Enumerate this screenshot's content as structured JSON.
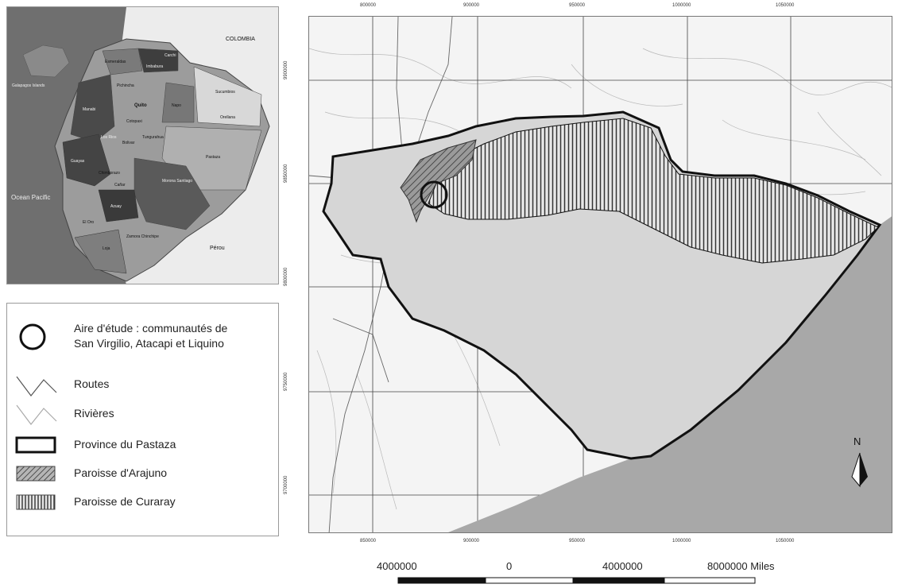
{
  "inset_map": {
    "neighbors": [
      "COLOMBIA",
      "Pérou"
    ],
    "ocean": "Ocean Pacific",
    "islands": "Galapagos Islands",
    "capital": "Quito",
    "provinces": [
      "Esmeraldas",
      "Carchi",
      "Imbabura",
      "Pichincha",
      "Manabi",
      "Napo",
      "Sucumbios",
      "Orellana",
      "Cotopaxi",
      "Tungurahua",
      "Los Rios",
      "Bolivar",
      "Guayas",
      "Chimborazo",
      "Pastaza",
      "Cañar",
      "Morona Santiago",
      "Azuay",
      "El Oro",
      "Loja",
      "Zamora Chinchipe"
    ]
  },
  "legend": {
    "items": [
      {
        "label_line1": "Aire d'étude : communautés de",
        "label_line2": "San Virgilio, Atacapi et Liquino",
        "symbol": "circle-outline"
      },
      {
        "label_line1": "Routes",
        "label_line2": "",
        "symbol": "line-dark"
      },
      {
        "label_line1": "Rivières",
        "label_line2": "",
        "symbol": "line-light"
      },
      {
        "label_line1": "Province du Pastaza",
        "label_line2": "",
        "symbol": "rect-outline"
      },
      {
        "label_line1": "Paroisse d'Arajuno",
        "label_line2": "",
        "symbol": "diagonal-hatch"
      },
      {
        "label_line1": "Paroisse de Curaray",
        "label_line2": "",
        "symbol": "vertical-hatch"
      }
    ]
  },
  "main_map": {
    "top_ticks": [
      "800000",
      "900000",
      "950000",
      "1000000",
      "1050000"
    ],
    "bottom_ticks": [
      "850000",
      "900000",
      "950000",
      "1000000",
      "1050000"
    ],
    "left_ticks": [
      "9900000",
      "9850000",
      "9800000",
      "9750000",
      "9700000"
    ],
    "north_label": "N"
  },
  "scale_bar": {
    "labels": [
      "4000000",
      "0",
      "4000000",
      "8000000 Miles"
    ]
  },
  "colors": {
    "background": "#f4f4f4",
    "outside_land": "#a8a8a8",
    "pastaza_fill": "#d6d6d6",
    "boundary": "#111111",
    "curaray_hatch": "#333333",
    "arajuno_fill": "#8a8a8a"
  }
}
